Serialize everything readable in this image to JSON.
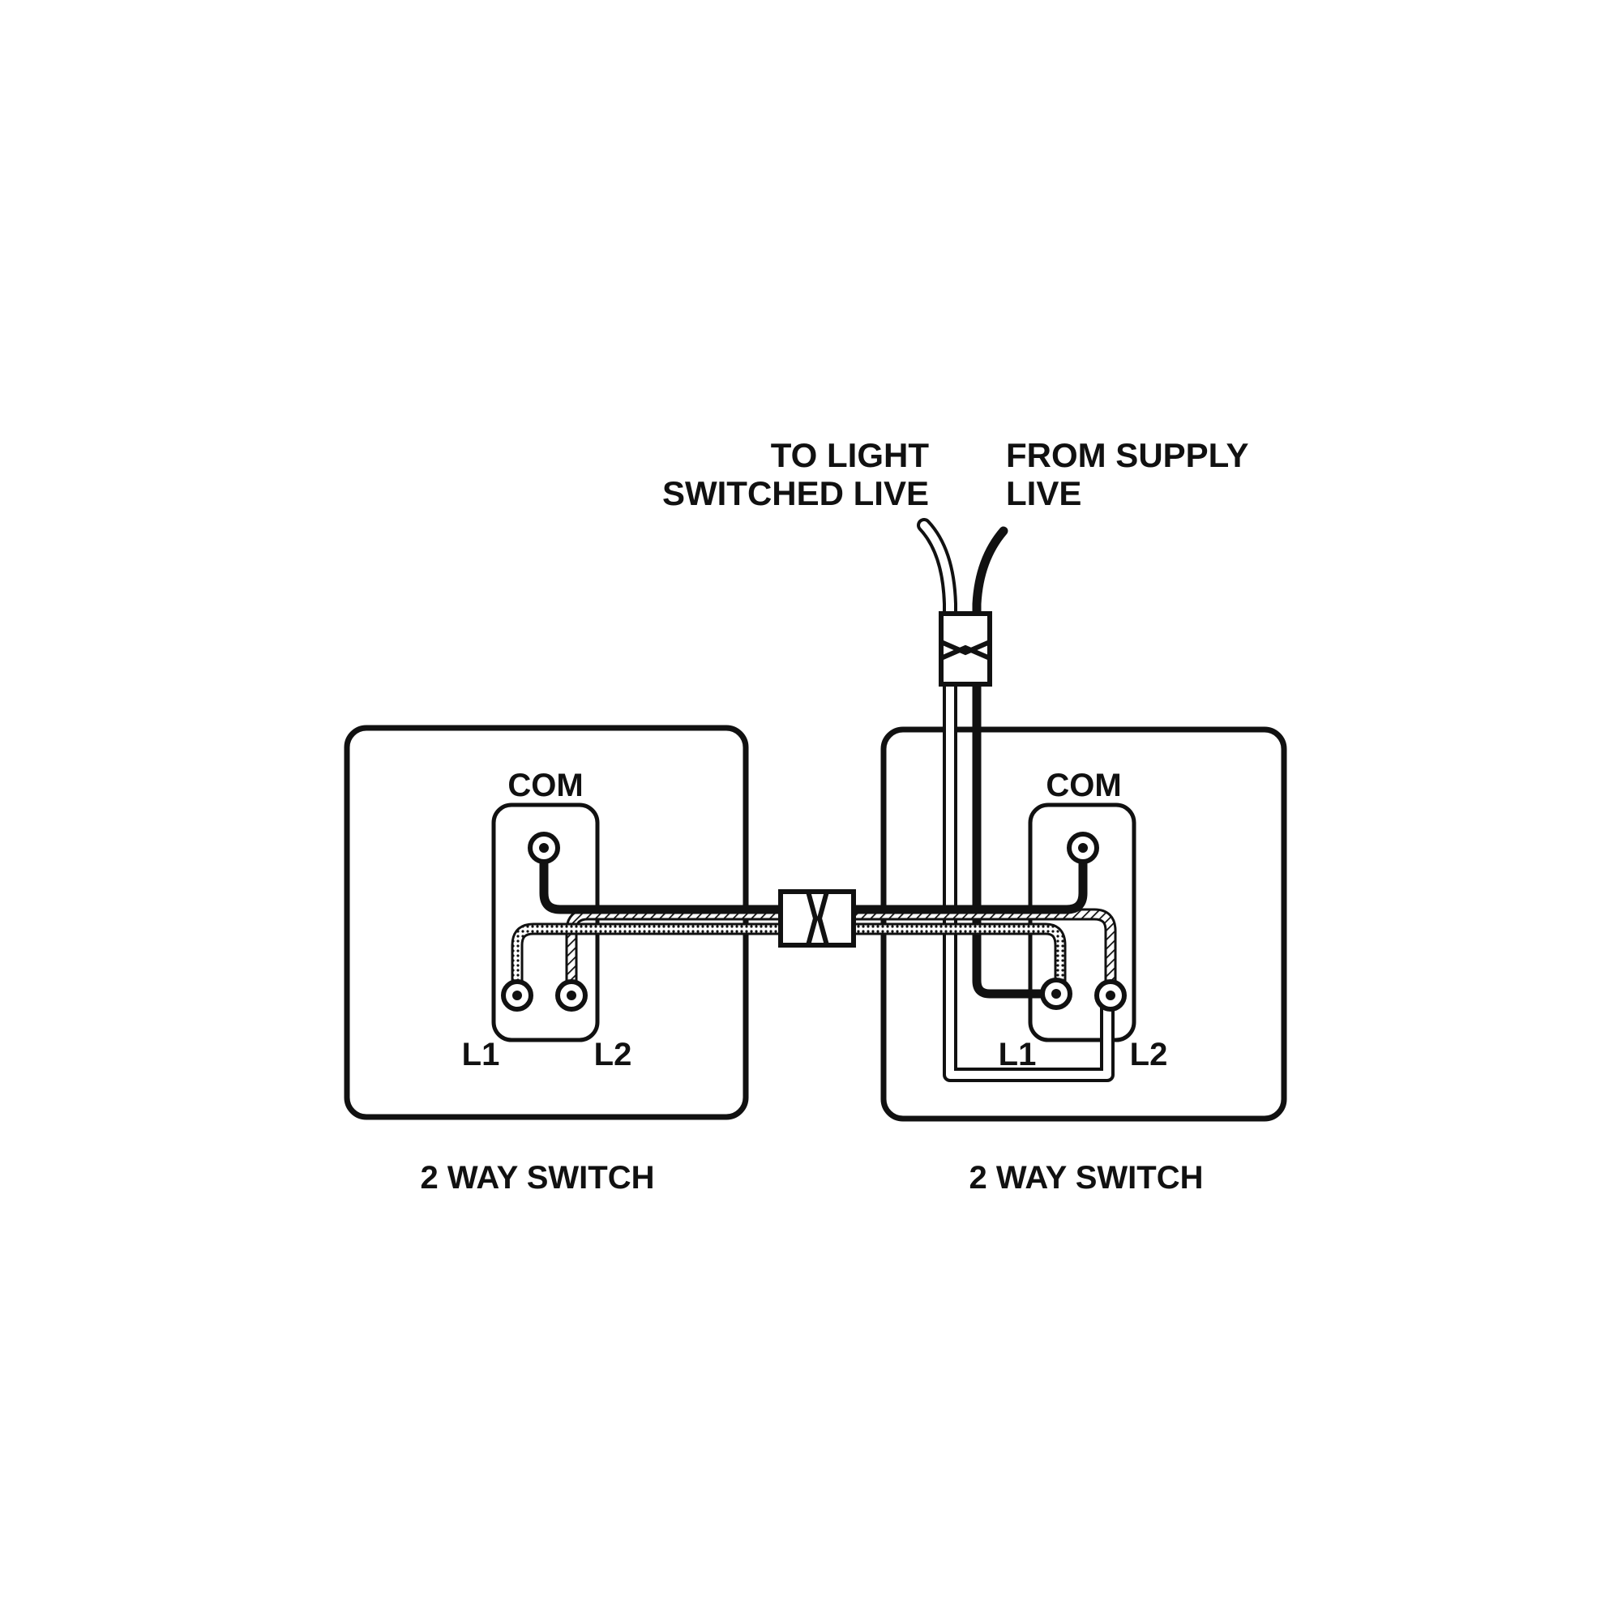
{
  "labels": {
    "to_light_line1": "TO LIGHT",
    "to_light_line2": "SWITCHED LIVE",
    "from_supply_line1": "FROM SUPPLY",
    "from_supply_line2": "LIVE",
    "left_switch_caption": "2 WAY SWITCH",
    "right_switch_caption": "2 WAY SWITCH",
    "left_com": "COM",
    "left_l1": "L1",
    "left_l2": "L2",
    "right_com": "COM",
    "right_l1": "L1",
    "right_l2": "L2"
  },
  "colors": {
    "ink": "#111111",
    "background": "#ffffff"
  }
}
